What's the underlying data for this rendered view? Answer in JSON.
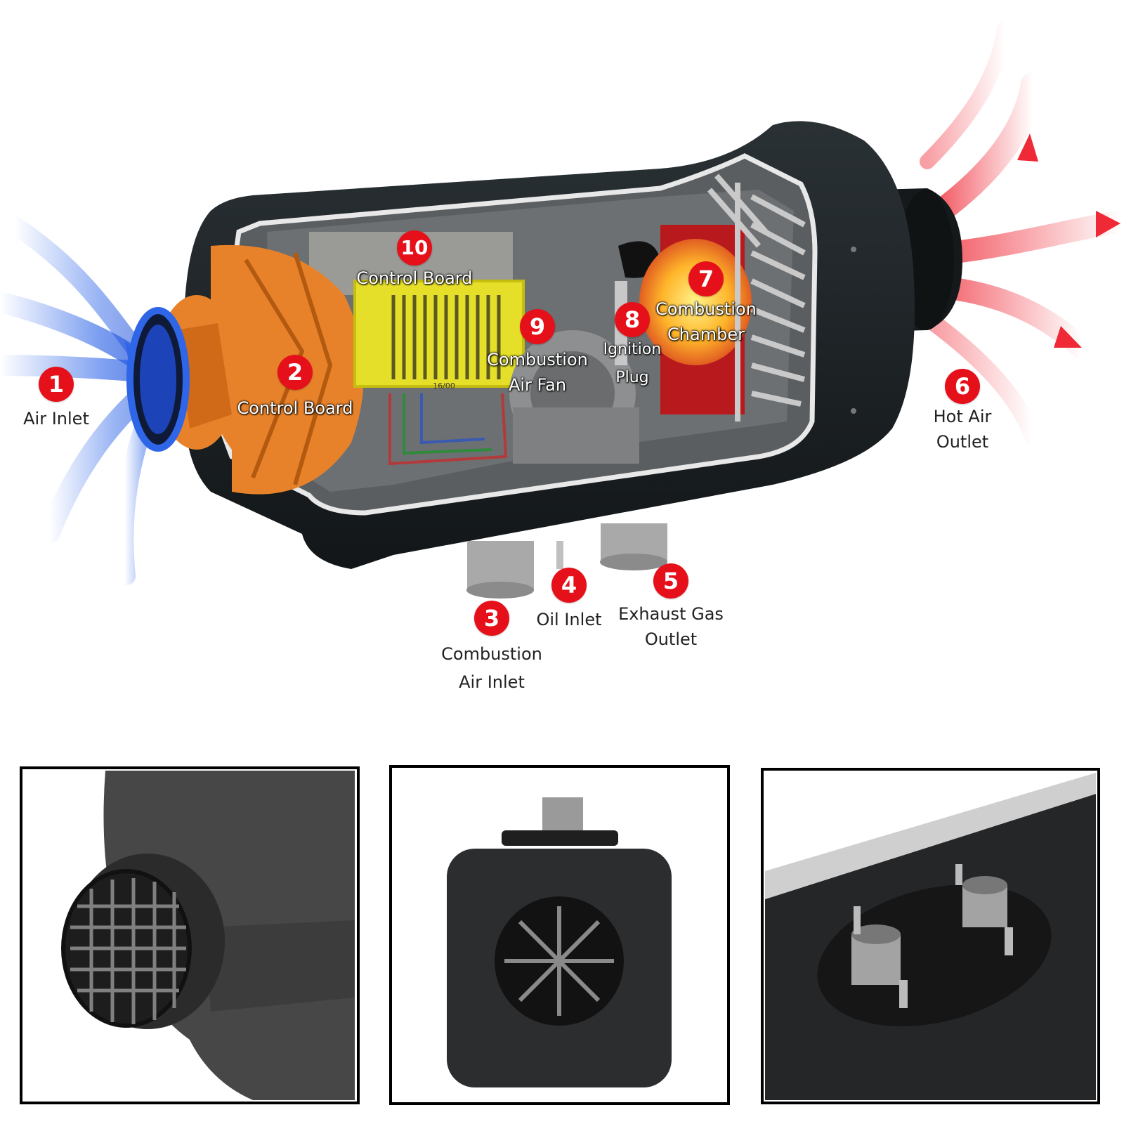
{
  "callouts": [
    {
      "num": "1",
      "label": "Air Inlet"
    },
    {
      "num": "2",
      "label": "Control Board"
    },
    {
      "num": "3",
      "label_line1": "Combustion",
      "label_line2": "Air Inlet"
    },
    {
      "num": "4",
      "label": "Oil Inlet"
    },
    {
      "num": "5",
      "label_line1": "Exhaust Gas",
      "label_line2": "Outlet"
    },
    {
      "num": "6",
      "label_line1": "Hot Air",
      "label_line2": "Outlet"
    },
    {
      "num": "7",
      "label_line1": "Combustion",
      "label_line2": "Chamber"
    },
    {
      "num": "8",
      "label_line1": "Ignition",
      "label_line2": "Plug"
    },
    {
      "num": "9",
      "label_line1": "Combustion",
      "label_line2": "Air Fan"
    },
    {
      "num": "10",
      "label": "Control Board"
    }
  ],
  "colors": {
    "badge": "#e6101a",
    "heater_body": "#1c2124",
    "fan_orange": "#e8822a",
    "board_yellow": "#e6df2a",
    "cold_air": "#2f66e8",
    "hot_air": "#ef2a36"
  },
  "board_marking": "16/00"
}
